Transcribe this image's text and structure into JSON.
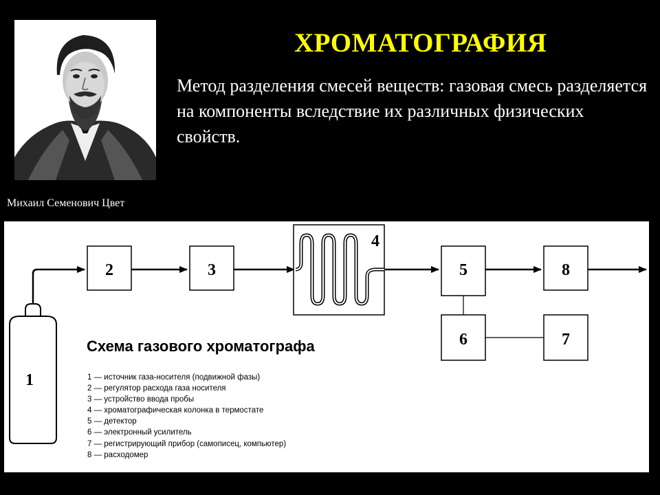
{
  "slide": {
    "title": "ХРОМАТОГРАФИЯ",
    "description": "Метод разделения смесей веществ: газовая смесь разделяется на компоненты вследствие их различных физических свойств.",
    "portrait_caption": "Михаил Семенович Цвет"
  },
  "diagram": {
    "heading": "Схема газового хроматографа",
    "blocks": [
      "1",
      "2",
      "3",
      "4",
      "5",
      "6",
      "7",
      "8"
    ],
    "legend": [
      "1 — источник газа-носителя (подвижной фазы)",
      "2 — регулятор расхода газа носителя",
      "3 — устройство ввода пробы",
      "4 — хроматографическая колонка в термостате",
      "5 — детектор",
      "6 — электронный усилитель",
      "7 — регистрирующий прибор (самописец, компьютер)",
      "8 — расходомер"
    ]
  },
  "colors": {
    "background": "#000000",
    "title": "#FFFF00",
    "text": "#FFFFFF",
    "diagram_background": "#FFFFFF",
    "diagram_ink": "#000000"
  }
}
